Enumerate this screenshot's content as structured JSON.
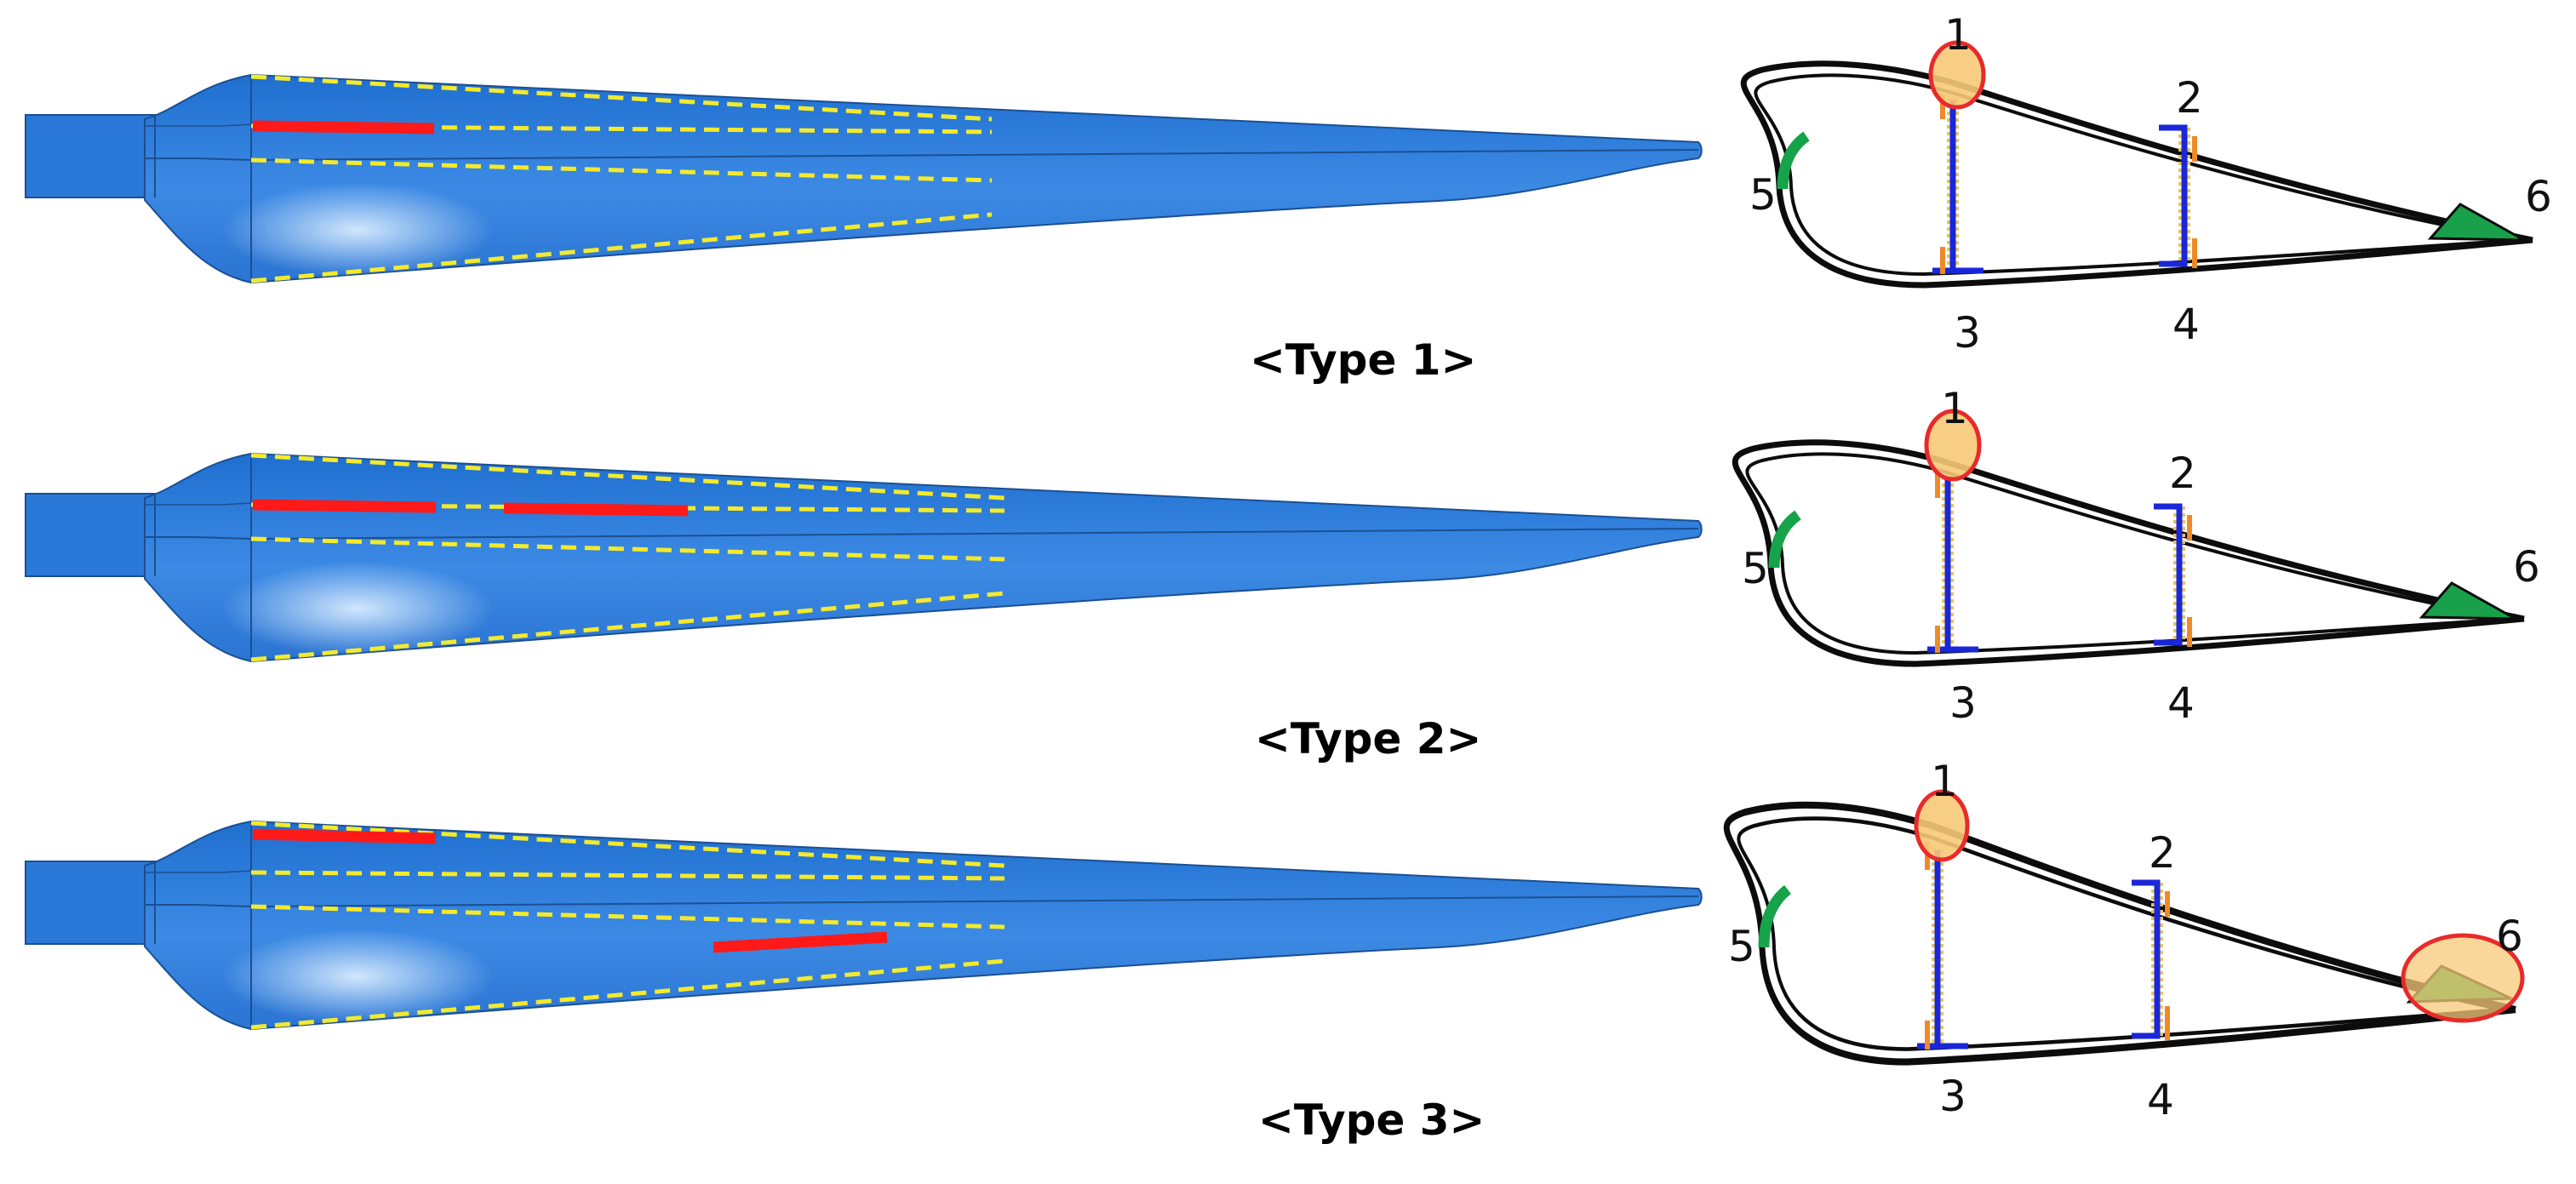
{
  "colors": {
    "blade_fill": "#2f7fdb",
    "blade_edge": "#1f5fae",
    "spar_cap_line": "#f4ea2c",
    "damage": "#ff1a1a",
    "airfoil_stroke": "#0c0c0c",
    "web_blue": "#1a27d8",
    "web_orange": "#ef8a2a",
    "leading_edge_green": "#16a34a",
    "highlight_fill": "#f7c978",
    "highlight_stroke": "#e82a2a"
  },
  "panels": [
    {
      "label": "<Type 1>",
      "highlighted_locations": [
        "1"
      ],
      "locations": {
        "l1": "1",
        "l2": "2",
        "l3": "3",
        "l4": "4",
        "l5": "5",
        "l6": "6"
      }
    },
    {
      "label": "<Type 2>",
      "highlighted_locations": [
        "1"
      ],
      "locations": {
        "l1": "1",
        "l2": "2",
        "l3": "3",
        "l4": "4",
        "l5": "5",
        "l6": "6"
      }
    },
    {
      "label": "<Type 3>",
      "highlighted_locations": [
        "1",
        "6"
      ],
      "locations": {
        "l1": "1",
        "l2": "2",
        "l3": "3",
        "l4": "4",
        "l5": "5",
        "l6": "6"
      }
    }
  ]
}
